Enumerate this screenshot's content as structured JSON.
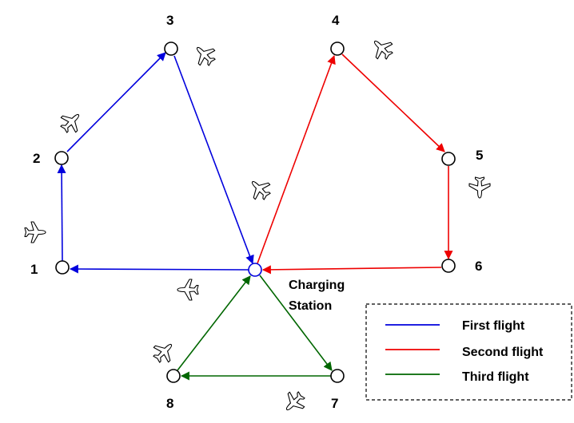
{
  "nodes": {
    "n1": "1",
    "n2": "2",
    "n3": "3",
    "n4": "4",
    "n5": "5",
    "n6": "6",
    "n7": "7",
    "n8": "8"
  },
  "station": {
    "line1": "Charging",
    "line2": "Station"
  },
  "legend": {
    "first": {
      "label": "First flight",
      "color": "#0000dd"
    },
    "second": {
      "label": "Second flight",
      "color": "#ee0000"
    },
    "third": {
      "label": "Third flight",
      "color": "#006600"
    }
  },
  "colors": {
    "first": "#0000dd",
    "second": "#ee0000",
    "third": "#006600"
  },
  "icons": [
    "airplane-icon"
  ]
}
